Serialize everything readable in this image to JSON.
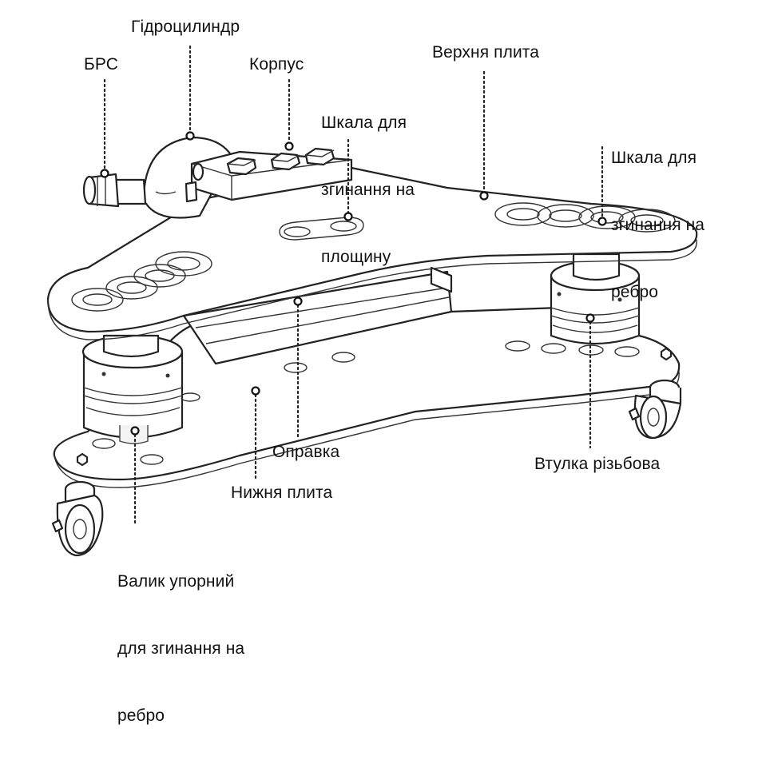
{
  "labels": {
    "hydrocylinder": "Гідроцилиндр",
    "brs": "БРС",
    "body": "Корпус",
    "plane_scale": [
      "Шкала для",
      "згинання на",
      "площину"
    ],
    "top_plate": "Верхня плита",
    "edge_scale": [
      "Шкала для",
      "згинання на",
      "ребро"
    ],
    "mandrel": "Оправка",
    "threaded_bushing": "Втулка різьбова",
    "bottom_plate": "Нижня плита",
    "support_roller": [
      "Валик упорний",
      "для згинання на",
      "ребро"
    ]
  },
  "colors": {
    "line": "#222222",
    "text": "#111111",
    "background": "#ffffff"
  }
}
